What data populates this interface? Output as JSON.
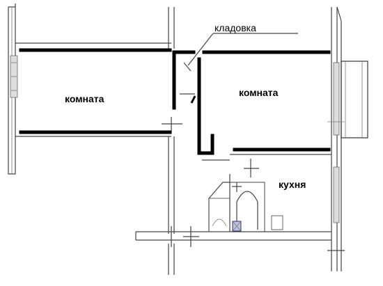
{
  "plan": {
    "labels": {
      "storage": "кладовка",
      "room_left": "комната",
      "room_right": "комната",
      "kitchen": "кухня"
    }
  }
}
